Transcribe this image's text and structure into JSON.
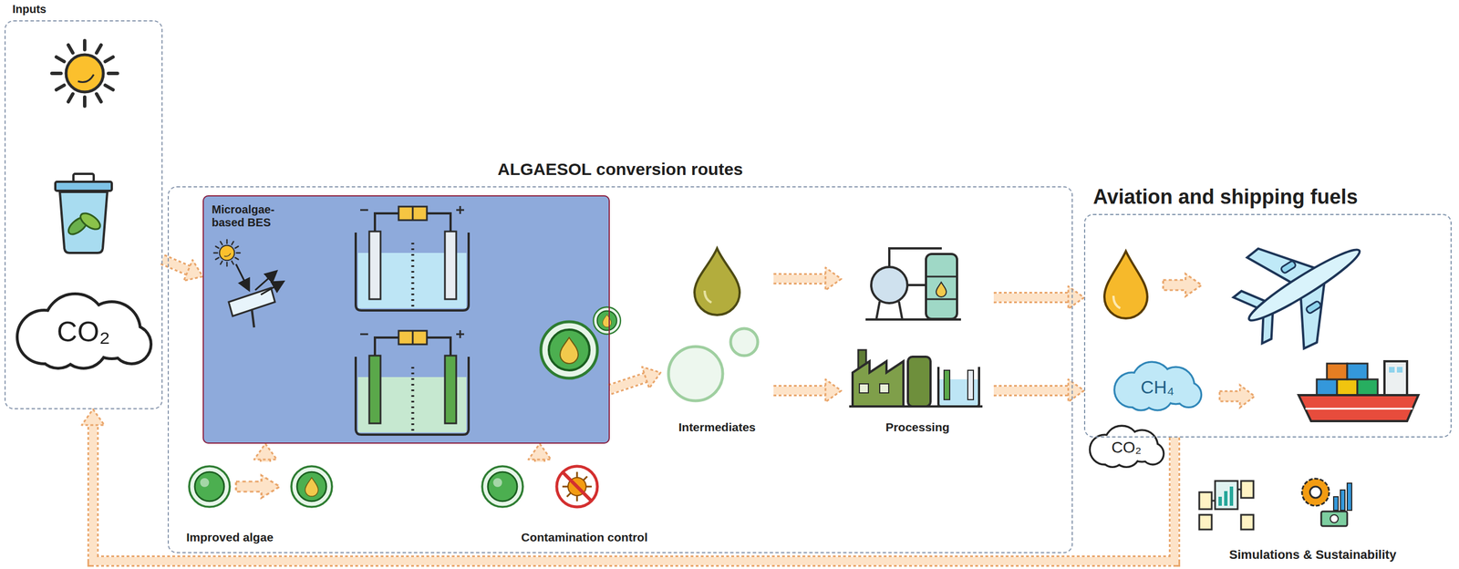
{
  "diagram": {
    "nodes": [
      {
        "text": [
          "Inputs"
        ]
      },
      {
        "text": [
          "ALGAESOL conversion routes"
        ]
      },
      {
        "text": [
          "Microalgae-based BES"
        ],
        "in": 1
      },
      {
        "text": [
          "Improved algae"
        ],
        "in": 1
      },
      {
        "text": [
          "Contamination control"
        ],
        "in": 1
      },
      {
        "text": [
          "Intermediates"
        ],
        "in": 1
      },
      {
        "text": [
          "Processing"
        ],
        "in": 1
      },
      {
        "text": [
          "Aviation and shipping fuels"
        ]
      },
      {
        "text": [
          "Simulations & Sustainability"
        ]
      }
    ],
    "edges": [
      {
        "from": 0,
        "to": 2,
        "arrow": "to"
      },
      {
        "from": 3,
        "to": 2,
        "arrow": "to"
      },
      {
        "from": 4,
        "to": 2,
        "arrow": "to"
      },
      {
        "from": 2,
        "to": 5,
        "arrow": "to"
      },
      {
        "from": 5,
        "to": 6,
        "arrow": "to"
      },
      {
        "from": 5,
        "to": 6,
        "arrow": "to"
      },
      {
        "from": 6,
        "to": 7,
        "arrow": "to"
      },
      {
        "from": 6,
        "to": 7,
        "arrow": "to"
      },
      {
        "from": 7,
        "to": 0,
        "arrow": "to"
      }
    ],
    "labels": [
      "CO₂",
      "CH₄",
      "CO₂"
    ]
  }
}
